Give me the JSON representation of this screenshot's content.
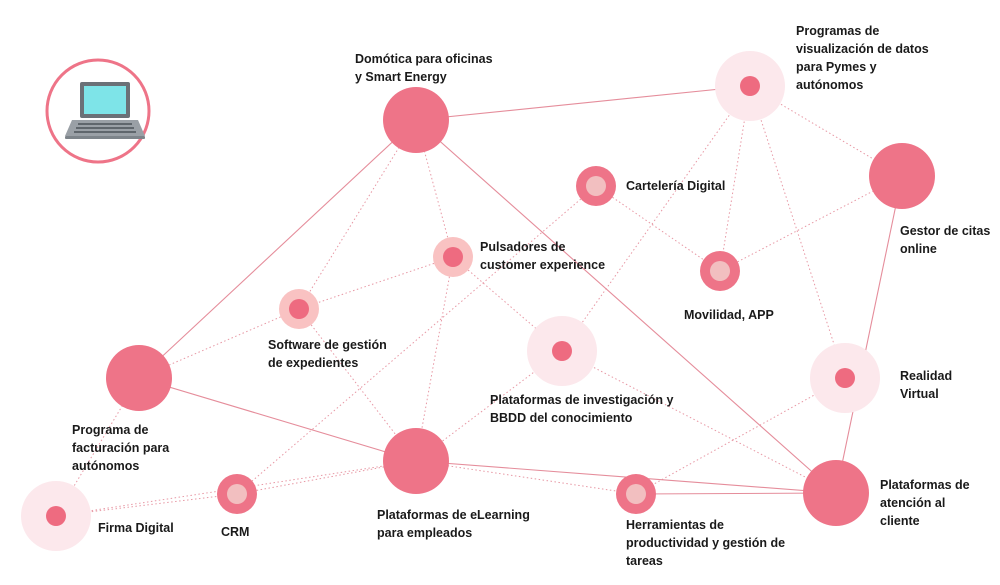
{
  "colors": {
    "primary": "#ee7488",
    "primary_light": "#fce8ec",
    "inner_pale": "#f9c2c2",
    "inner_mid": "#f2bfc0",
    "accent_dot": "#ee6b80",
    "edge": "#e58d9b",
    "laptop_screen": "#7ee4e8",
    "laptop_body": "#6b7177"
  },
  "icon": {
    "name": "laptop-icon"
  },
  "nodes": [
    {
      "id": "domotica",
      "label": [
        "Domótica para oficinas",
        "y Smart Energy"
      ],
      "style": "solid"
    },
    {
      "id": "programas",
      "label": [
        "Programas de",
        "visualización de datos",
        "para Pymes y",
        "autónomos"
      ],
      "style": "light"
    },
    {
      "id": "carteleria",
      "label": [
        "Cartelería Digital"
      ],
      "style": "ring-pale"
    },
    {
      "id": "gestor",
      "label": [
        "Gestor de citas",
        "online"
      ],
      "style": "solid"
    },
    {
      "id": "pulsadores",
      "label": [
        "Pulsadores de",
        "customer experience"
      ],
      "style": "pale-dot"
    },
    {
      "id": "movilidad",
      "label": [
        "Movilidad, APP"
      ],
      "style": "ring-pale"
    },
    {
      "id": "software",
      "label": [
        "Software de gestión",
        "de expedientes"
      ],
      "style": "pale-dot"
    },
    {
      "id": "investigacion",
      "label": [
        "Plataformas de investigación y",
        "BBDD del conocimiento"
      ],
      "style": "light"
    },
    {
      "id": "realidad",
      "label": [
        "Realidad",
        "Virtual"
      ],
      "style": "light"
    },
    {
      "id": "facturacion",
      "label": [
        "Programa de",
        "facturación para",
        "autónomos"
      ],
      "style": "solid"
    },
    {
      "id": "elearning",
      "label": [
        "Plataformas de eLearning",
        "para empleados"
      ],
      "style": "solid"
    },
    {
      "id": "atencion",
      "label": [
        "Plataformas de",
        "atención al",
        "cliente"
      ],
      "style": "solid"
    },
    {
      "id": "crm",
      "label": [
        "CRM"
      ],
      "style": "ring-pale"
    },
    {
      "id": "herramientas",
      "label": [
        "Herramientas de",
        "productividad y gestión de",
        "tareas"
      ],
      "style": "ring-pale"
    },
    {
      "id": "firma",
      "label": [
        "Firma Digital"
      ],
      "style": "light"
    }
  ],
  "edges": [
    {
      "from": "domotica",
      "to": "programas",
      "kind": "solid"
    },
    {
      "from": "domotica",
      "to": "facturacion",
      "kind": "solid"
    },
    {
      "from": "domotica",
      "to": "atencion",
      "kind": "solid"
    },
    {
      "from": "facturacion",
      "to": "elearning",
      "kind": "solid"
    },
    {
      "from": "elearning",
      "to": "atencion",
      "kind": "solid"
    },
    {
      "from": "gestor",
      "to": "atencion",
      "kind": "solid"
    },
    {
      "from": "herramientas",
      "to": "atencion",
      "kind": "solid"
    },
    {
      "from": "programas",
      "to": "gestor",
      "kind": "dotted"
    },
    {
      "from": "programas",
      "to": "realidad",
      "kind": "dotted"
    },
    {
      "from": "programas",
      "to": "movilidad",
      "kind": "dotted"
    },
    {
      "from": "programas",
      "to": "investigacion",
      "kind": "dotted"
    },
    {
      "from": "carteleria",
      "to": "movilidad",
      "kind": "dotted"
    },
    {
      "from": "carteleria",
      "to": "crm",
      "kind": "dotted"
    },
    {
      "from": "gestor",
      "to": "movilidad",
      "kind": "dotted"
    },
    {
      "from": "domotica",
      "to": "software",
      "kind": "dotted"
    },
    {
      "from": "domotica",
      "to": "pulsadores",
      "kind": "dotted"
    },
    {
      "from": "pulsadores",
      "to": "software",
      "kind": "dotted"
    },
    {
      "from": "pulsadores",
      "to": "elearning",
      "kind": "dotted"
    },
    {
      "from": "pulsadores",
      "to": "investigacion",
      "kind": "dotted"
    },
    {
      "from": "software",
      "to": "facturacion",
      "kind": "dotted"
    },
    {
      "from": "software",
      "to": "elearning",
      "kind": "dotted"
    },
    {
      "from": "investigacion",
      "to": "elearning",
      "kind": "dotted"
    },
    {
      "from": "investigacion",
      "to": "atencion",
      "kind": "dotted"
    },
    {
      "from": "realidad",
      "to": "herramientas",
      "kind": "dotted"
    },
    {
      "from": "facturacion",
      "to": "firma",
      "kind": "dotted"
    },
    {
      "from": "firma",
      "to": "crm",
      "kind": "dotted"
    },
    {
      "from": "firma",
      "to": "elearning",
      "kind": "dotted"
    },
    {
      "from": "crm",
      "to": "elearning",
      "kind": "dotted"
    },
    {
      "from": "elearning",
      "to": "herramientas",
      "kind": "dotted"
    }
  ]
}
